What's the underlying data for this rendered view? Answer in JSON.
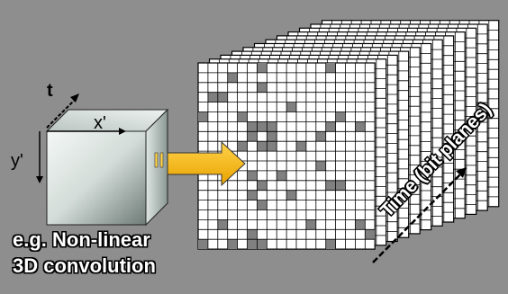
{
  "labels": {
    "x_axis": "x'",
    "y_axis": "y'",
    "t_axis": "t",
    "time_axis": "Time (bit planes)",
    "caption_line1": "e.g. Non-linear",
    "caption_line2": "3D convolution"
  },
  "colors": {
    "background": "#8e8e8e",
    "grid_line": "#000000",
    "grid_cell": "#ffffff",
    "active_cell": "#808080",
    "arrow": "#f5b800",
    "cube_face_light": "#e9efec",
    "cube_face_dark": "#5d6a66"
  },
  "grid": {
    "cols": 18,
    "rows": 19,
    "plane_count": 12,
    "active_fraction": 0.1
  },
  "icons": {
    "arrow": "right-block-arrow-icon",
    "cube": "cube-icon"
  }
}
